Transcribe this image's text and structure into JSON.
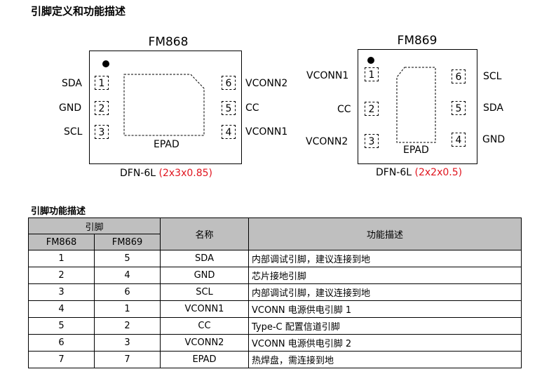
{
  "page_title": "引脚定义和功能描述",
  "fm868": {
    "name": "FM868",
    "pins_left": [
      {
        "label": "SDA",
        "num": "1"
      },
      {
        "label": "GND",
        "num": "2"
      },
      {
        "label": "SCL",
        "num": "3"
      }
    ],
    "pins_right": [
      {
        "label": "VCONN2",
        "num": "6"
      },
      {
        "label": "CC",
        "num": "5"
      },
      {
        "label": "VCONN1",
        "num": "4"
      }
    ],
    "epad": "EPAD",
    "package": "DFN-6L",
    "dimensions": "(2x3x0.85)"
  },
  "fm869": {
    "name": "FM869",
    "pins_left": [
      {
        "label": "VCONN1",
        "num": "1"
      },
      {
        "label": "CC",
        "num": "2"
      },
      {
        "label": "VCONN2",
        "num": "3"
      }
    ],
    "pins_right": [
      {
        "label": "SCL",
        "num": "6"
      },
      {
        "label": "SDA",
        "num": "5"
      },
      {
        "label": "GND",
        "num": "4"
      }
    ],
    "epad": "EPAD",
    "package": "DFN-6L",
    "dimensions": "(2x2x0.5)"
  },
  "table_title": "引脚功能描述",
  "table": {
    "header_pin": "引脚",
    "header_fm868": "FM868",
    "header_fm869": "FM869",
    "header_name": "名称",
    "header_desc": "功能描述",
    "rows": [
      {
        "fm868": "1",
        "fm869": "5",
        "name": "SDA",
        "desc": "内部调试引脚，建议连接到地"
      },
      {
        "fm868": "2",
        "fm869": "4",
        "name": "GND",
        "desc": "芯片接地引脚"
      },
      {
        "fm868": "3",
        "fm869": "6",
        "name": "SCL",
        "desc": "内部调试引脚，建议连接到地"
      },
      {
        "fm868": "4",
        "fm869": "1",
        "name": "VCONN1",
        "desc": "VCONN 电源供电引脚 1"
      },
      {
        "fm868": "5",
        "fm869": "2",
        "name": "CC",
        "desc": "Type-C 配置信道引脚"
      },
      {
        "fm868": "6",
        "fm869": "3",
        "name": "VCONN2",
        "desc": "VCONN 电源供电引脚 2"
      },
      {
        "fm868": "7",
        "fm869": "7",
        "name": "EPAD",
        "desc": "热焊盘，需连接到地"
      }
    ]
  }
}
